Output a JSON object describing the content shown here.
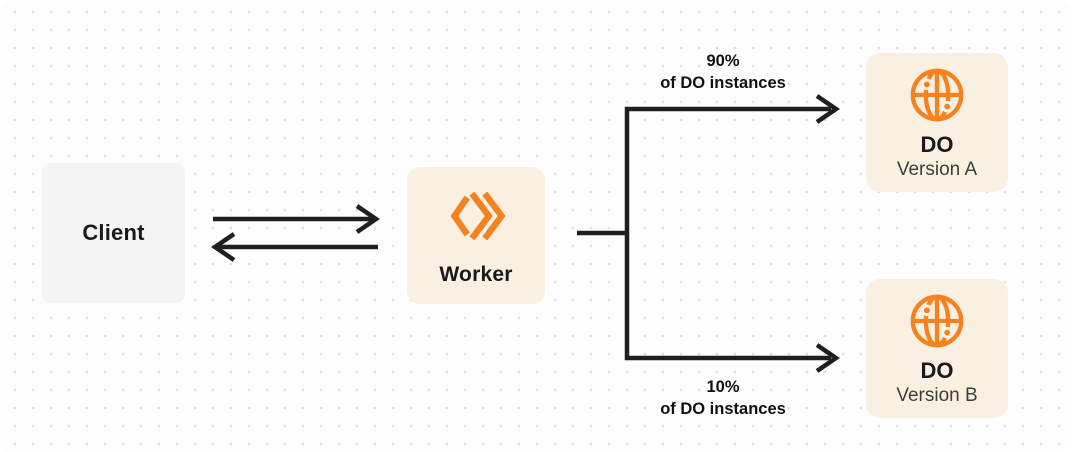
{
  "nodes": {
    "client": {
      "label": "Client"
    },
    "worker": {
      "label": "Worker",
      "icon": "workers-logo-icon"
    },
    "do_version_a": {
      "title": "DO",
      "subtitle": "Version A",
      "icon": "globe-icon"
    },
    "do_version_b": {
      "title": "DO",
      "subtitle": "Version B",
      "icon": "globe-icon"
    }
  },
  "edge_labels": {
    "top": {
      "percent": "90%",
      "caption": "of DO instances"
    },
    "bottom": {
      "percent": "10%",
      "caption": "of DO instances"
    }
  },
  "colors": {
    "accent_orange": "#F6821F",
    "cream_box": "#FAF0E2",
    "gray_box": "#F4F4F5",
    "line_dark": "#1F1F1F",
    "text_primary": "#1A1A1A",
    "text_secondary": "#3D3D3D",
    "canvas_bg": "#FDFDFD",
    "dot_grid": "#E2E0DD"
  }
}
